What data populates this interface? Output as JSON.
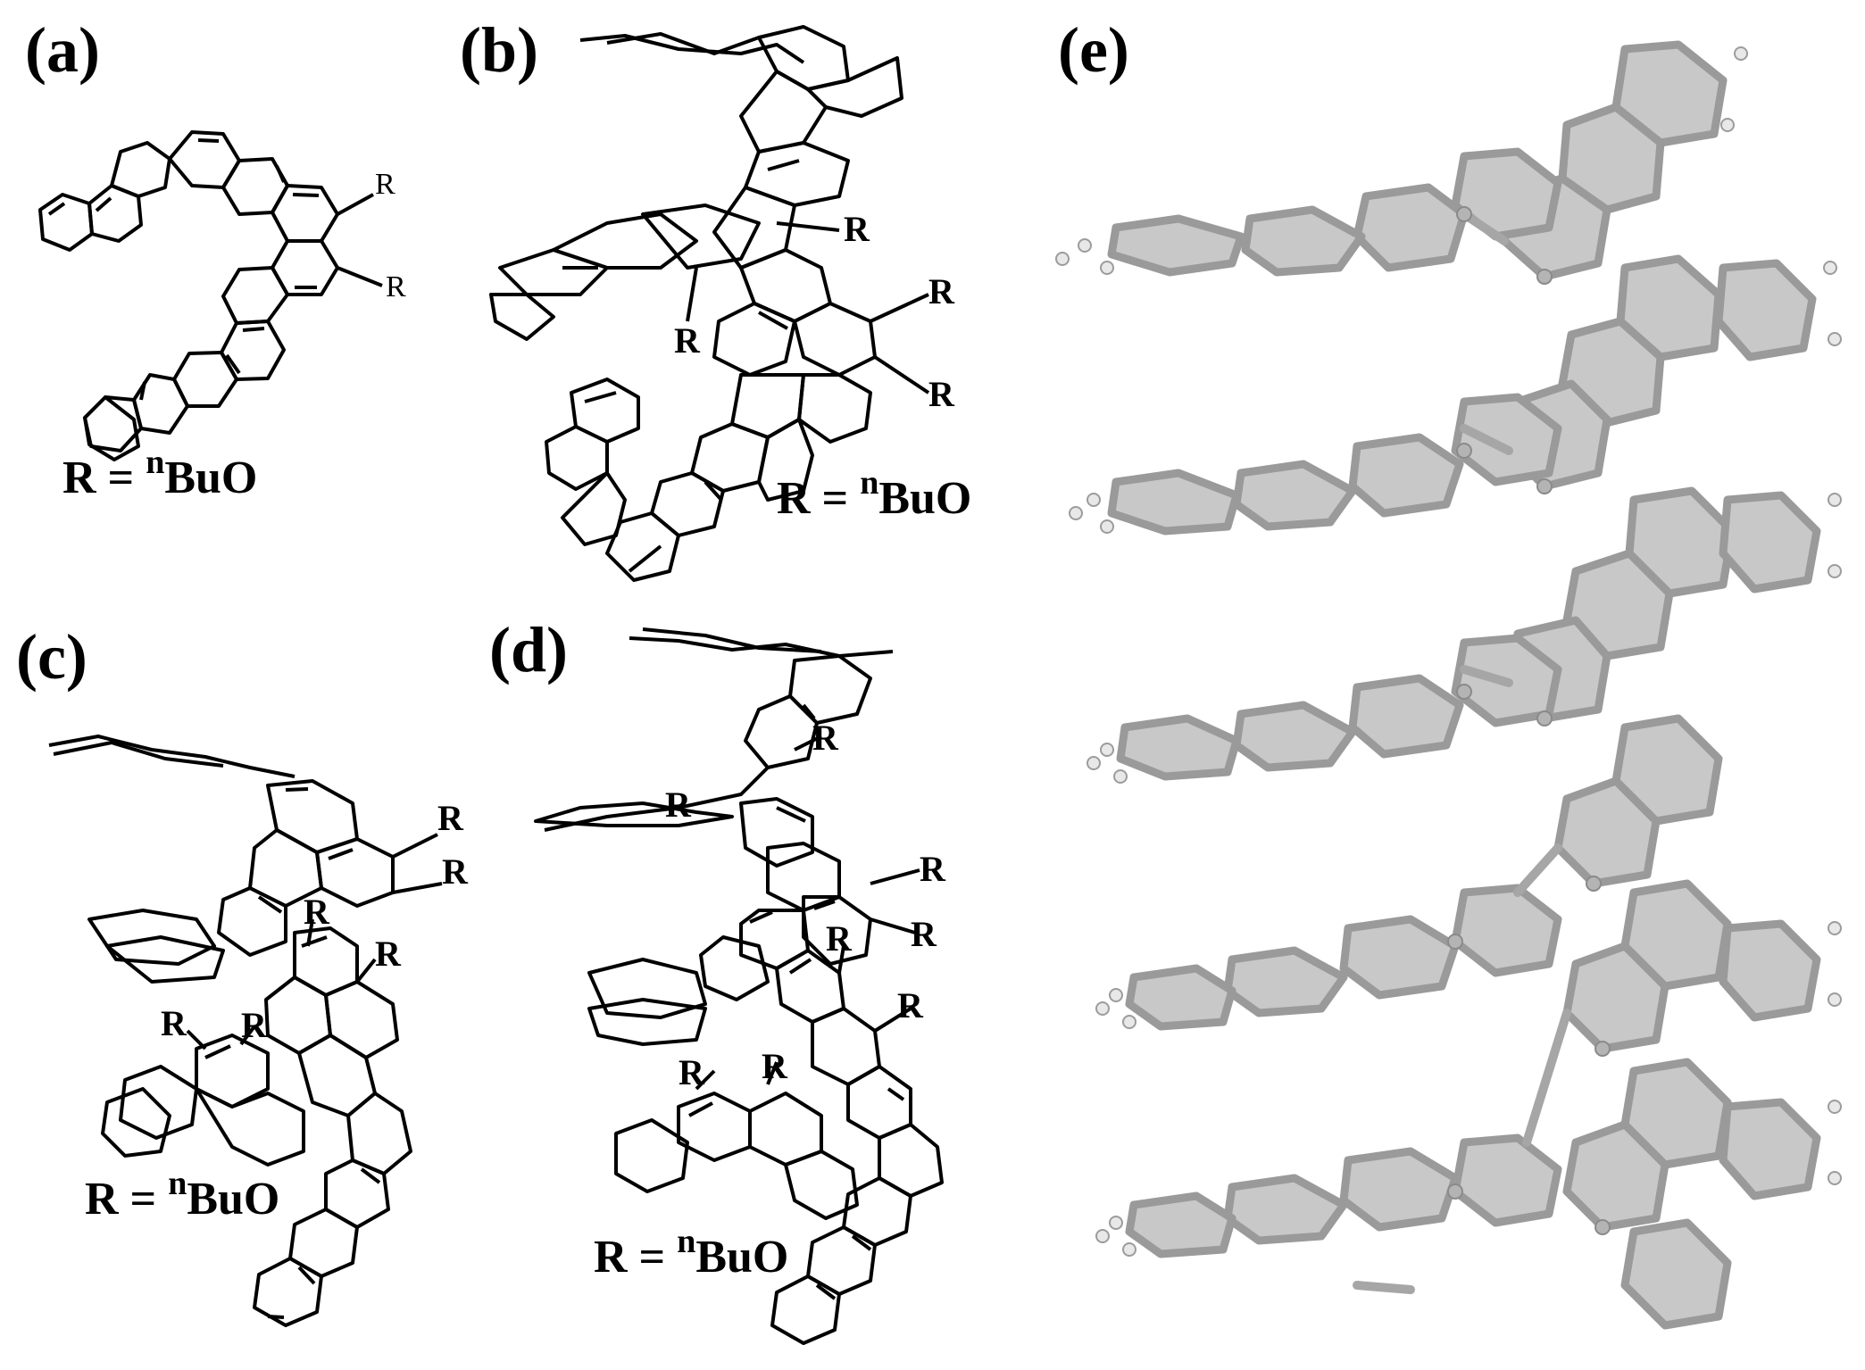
{
  "panels": [
    {
      "id": "a",
      "label": "(a)",
      "substituent": "R",
      "formula": {
        "lhs": "R = ",
        "sup": "n",
        "group": "BuO"
      }
    },
    {
      "id": "b",
      "label": "(b)",
      "substituent": "R",
      "formula": {
        "lhs": "R = ",
        "sup": "n",
        "group": "BuO"
      }
    },
    {
      "id": "c",
      "label": "(c)",
      "substituent": "R",
      "formula": {
        "lhs": "R = ",
        "sup": "n",
        "group": "BuO"
      }
    },
    {
      "id": "d",
      "label": "(d)",
      "substituent": "R",
      "formula": {
        "lhs": "R = ",
        "sup": "n",
        "group": "BuO"
      }
    },
    {
      "id": "e",
      "label": "(e)"
    }
  ],
  "colors": {
    "line": "#000000",
    "model_fill": "#c8c8c8",
    "model_stroke": "#9a9a9a",
    "hydrogen": "#e8e8e8"
  }
}
